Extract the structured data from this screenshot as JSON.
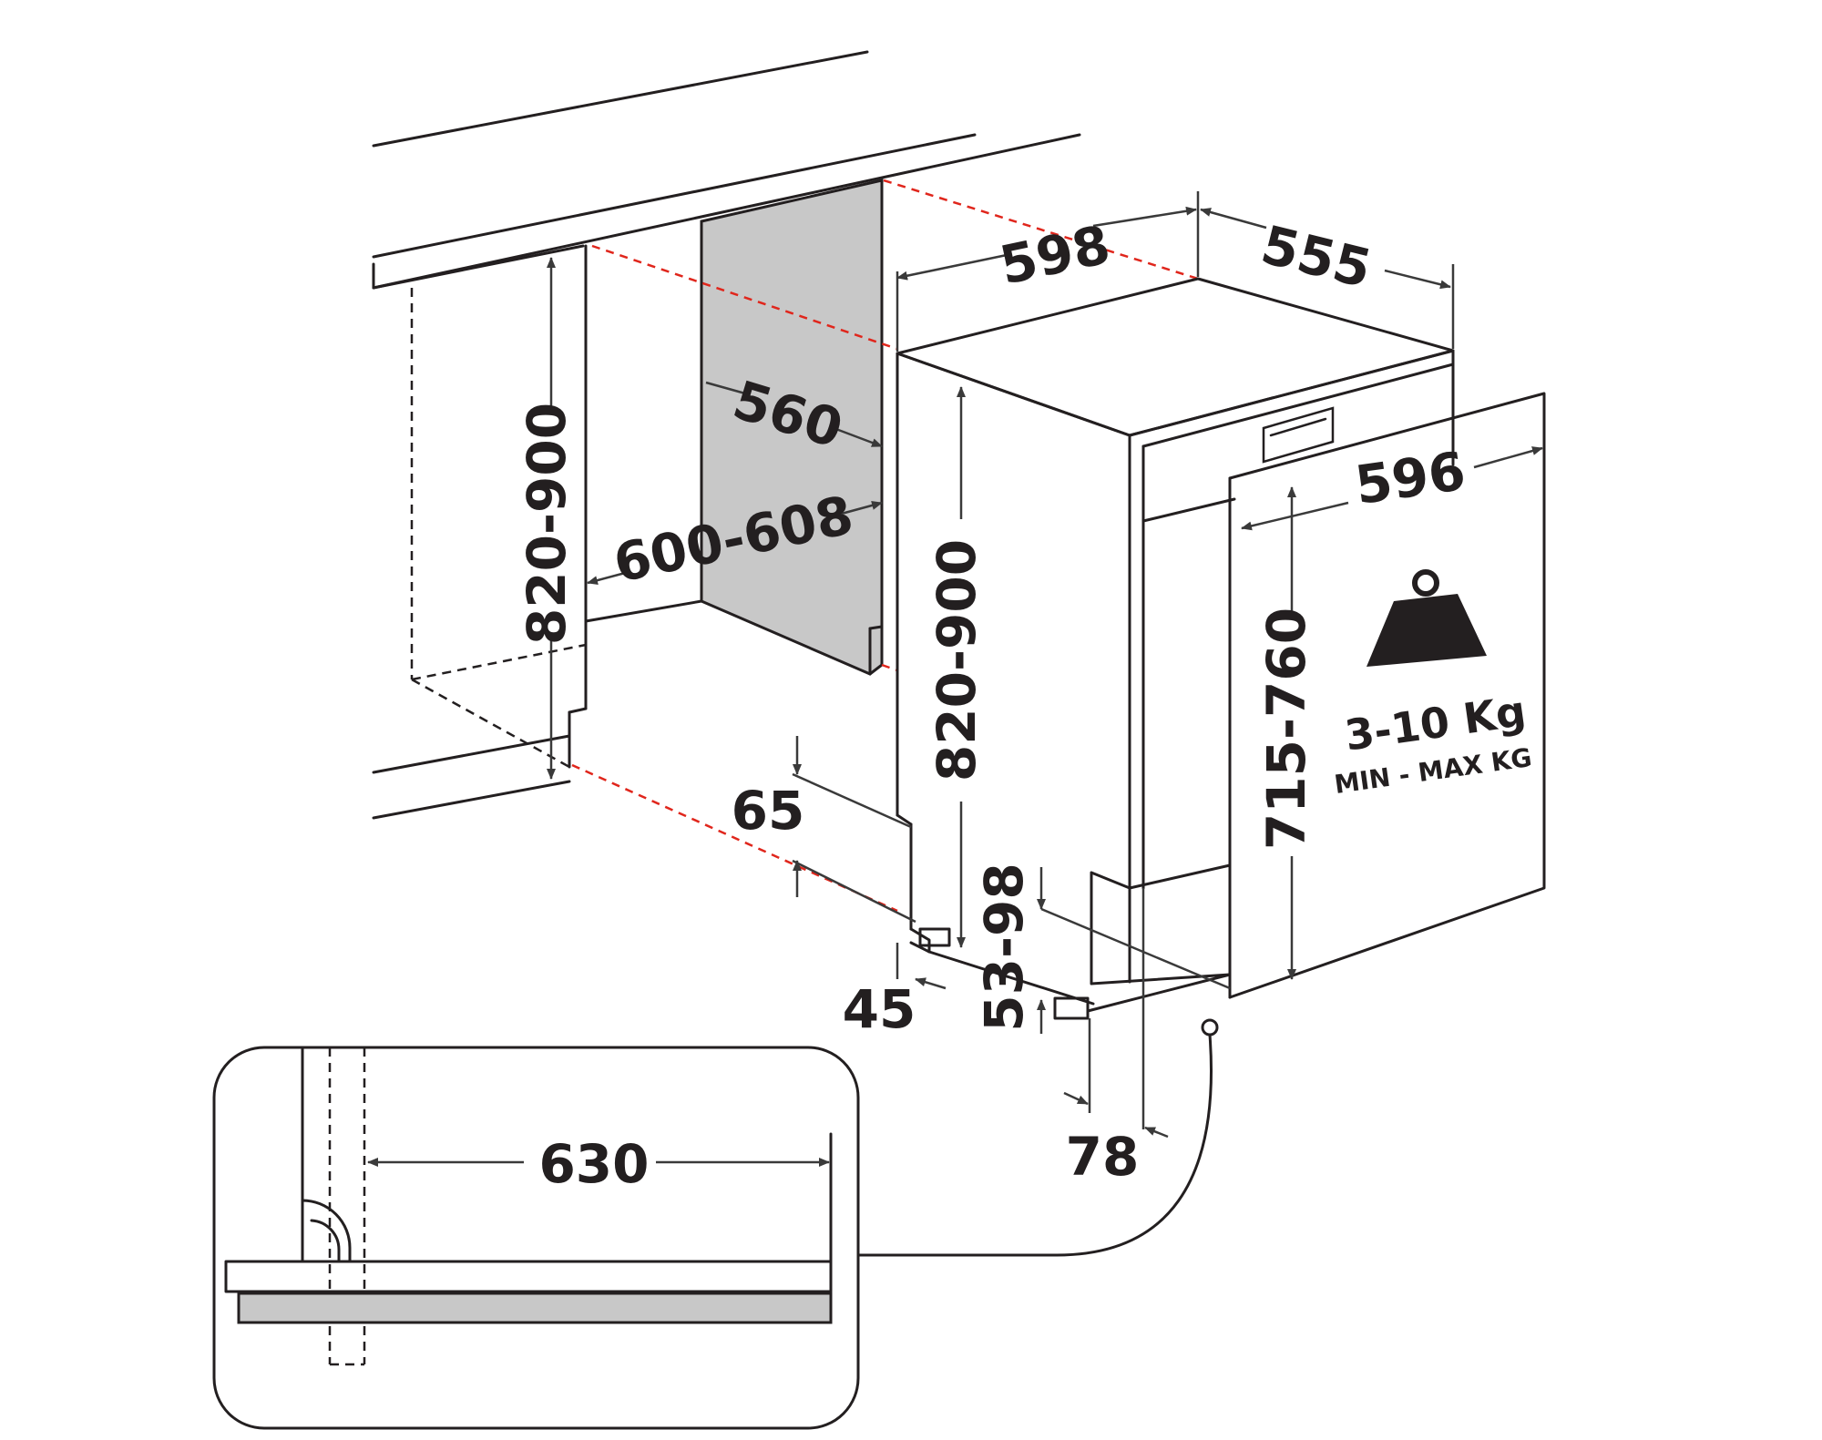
{
  "labels": {
    "width_top": "598",
    "depth_top": "555",
    "niche_depth": "560",
    "niche_width": "600-608",
    "niche_height": "820-900",
    "unit_height": "820-900",
    "panel_width": "596",
    "panel_height": "715-760",
    "plinth_65": "65",
    "plinth_45": "45",
    "feet_height": "53-98",
    "offset_78": "78",
    "detail_630": "630"
  },
  "weight": {
    "range": "3-10 Kg",
    "caption": "MIN - MAX KG",
    "icon": "weight-icon"
  },
  "colors": {
    "line": "#231f20",
    "guide": "#e0261c",
    "shade": "#c8c8c8"
  }
}
